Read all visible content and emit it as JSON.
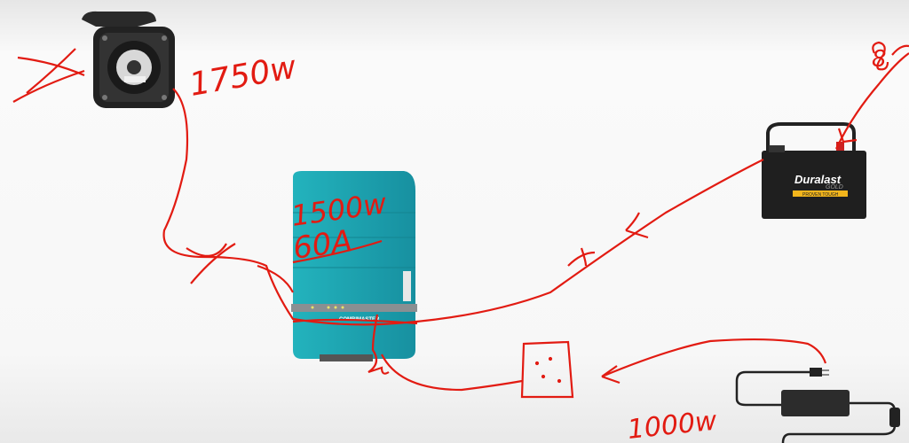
{
  "annotations": {
    "inlet_power": "1750w",
    "inverter_power": "1500w",
    "inverter_current": "60A",
    "charger_power": "1000w",
    "battery_note": "8"
  },
  "products": {
    "inverter_brand": "COMBIMASTER",
    "battery_brand": "Duralast",
    "battery_line": "GOLD",
    "battery_slogan": "PROVEN TOUGH"
  },
  "colors": {
    "ink": "#e21b12",
    "inverter": "#1aa3ad",
    "battery": "#1c1c1c",
    "battery_stripe": "#f2b51c",
    "background": "#f3f3f3"
  }
}
